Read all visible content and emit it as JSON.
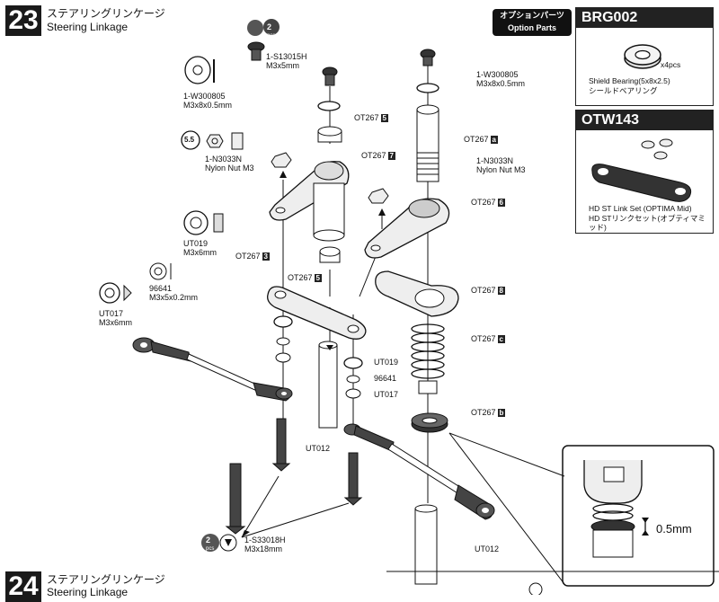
{
  "step23": {
    "number": "23",
    "title_jp": "ステアリングリンケージ",
    "title_en": "Steering Linkage"
  },
  "step24": {
    "number": "24",
    "title_jp": "ステアリングリンケージ",
    "title_en": "Steering Linkage"
  },
  "option_tag": {
    "jp": "オプションパーツ",
    "en": "Option Parts"
  },
  "brg002": {
    "code": "BRG002",
    "qty": "x4pcs",
    "name_en": "Shield Bearing(5x8x2.5)",
    "name_jp": "シールドベアリング"
  },
  "otw143": {
    "code": "OTW143",
    "name_en": "HD ST Link Set (OPTIMA Mid)",
    "name_jp": "HD STリンクセット(オプティマミッド)"
  },
  "detail": {
    "dim": "0.5mm"
  },
  "labels": {
    "s13015h_qty": "2",
    "s13015h_unit": "pcs",
    "s13015h_code": "1-S13015H",
    "s13015h_size": "M3x5mm",
    "w300805_left_code": "1-W300805",
    "w300805_left_size": "M3x8x0.5mm",
    "w300805_right_code": "1-W300805",
    "w300805_right_size": "M3x8x0.5mm",
    "nut_tool": "5.5",
    "n3033n_left_code": "1-N3033N",
    "n3033n_left_name": "Nylon Nut M3",
    "n3033n_right_code": "1-N3033N",
    "n3033n_right_name": "Nylon Nut M3",
    "ut019_left_code": "UT019",
    "ut019_left_size": "M3x6mm",
    "p96641_left_code": "96641",
    "p96641_left_size": "M3x5x0.2mm",
    "ut017_left_code": "UT017",
    "ut017_left_size": "M3x6mm",
    "ot267_5a": "OT267",
    "ot267_5a_badge": "5",
    "ot267_a": "OT267",
    "ot267_a_badge": "a",
    "ot267_7": "OT267",
    "ot267_7_badge": "7",
    "ot267_6": "OT267",
    "ot267_6_badge": "6",
    "ot267_3": "OT267",
    "ot267_3_badge": "3",
    "ot267_5b": "OT267",
    "ot267_5b_badge": "5",
    "ot267_8": "OT267",
    "ot267_8_badge": "8",
    "ot267_c": "OT267",
    "ot267_c_badge": "c",
    "ot267_b": "OT267",
    "ot267_b_badge": "b",
    "ut019_mid": "UT019",
    "p96641_mid": "96641",
    "ut017_mid": "UT017",
    "ut012_mid": "UT012",
    "ut012_bottom": "UT012",
    "s33018h_qty": "2",
    "s33018h_unit": "pcs",
    "s33018h_code": "1-S33018H",
    "s33018h_size": "M3x18mm"
  },
  "colors": {
    "ink": "#111111",
    "metal": "#e6e6e6",
    "dark": "#2a2a2a"
  }
}
